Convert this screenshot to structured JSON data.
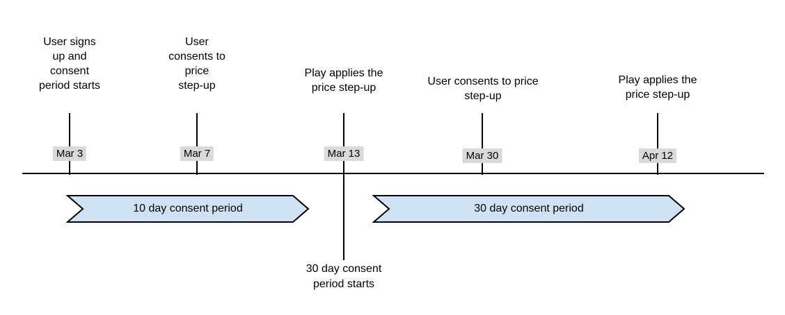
{
  "events": [
    {
      "title": "User signs\nup and\nconsent\nperiod starts",
      "date": "Mar 3"
    },
    {
      "title": "User\nconsents to\nprice\nstep-up",
      "date": "Mar 7"
    },
    {
      "title": "Play applies the\nprice step-up",
      "date": "Mar 13"
    },
    {
      "title": "User consents to price\nstep-up",
      "date": "Mar 30"
    },
    {
      "title": "Play applies the\nprice step-up",
      "date": "Apr 12"
    }
  ],
  "periods": [
    {
      "label": "10 day consent period"
    },
    {
      "label": "30 day consent period"
    }
  ],
  "note": "30 day consent\nperiod starts",
  "colors": {
    "arrow_fill": "#cfe2f3",
    "arrow_stroke": "#000000",
    "date_badge_bg": "#d9d9d9",
    "line": "#000000",
    "text": "#000000"
  }
}
